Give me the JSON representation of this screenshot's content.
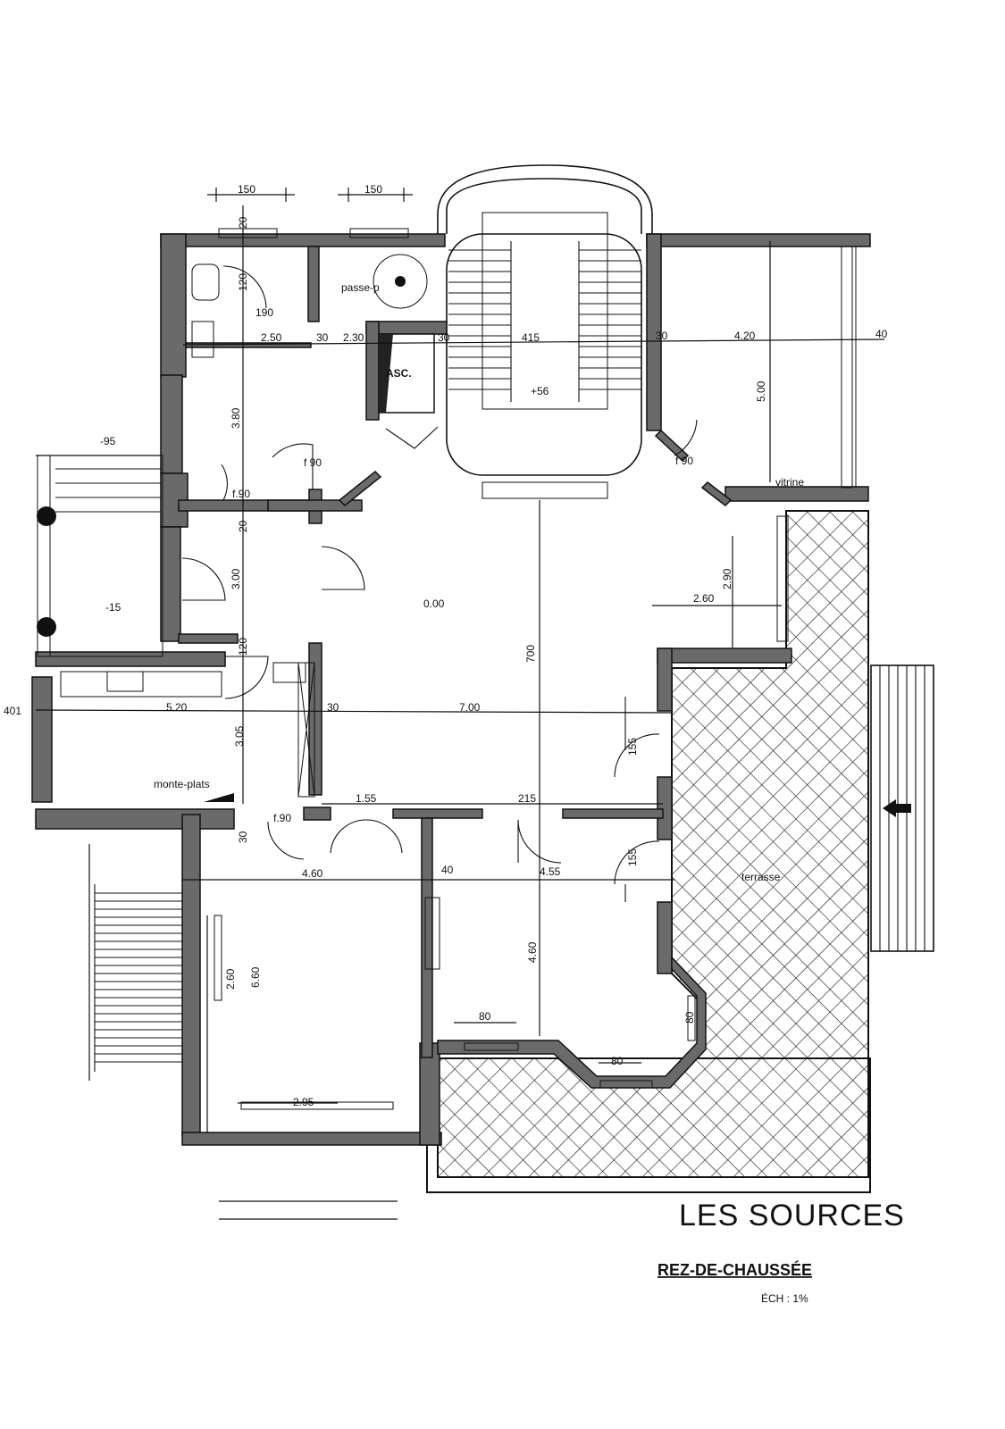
{
  "plan": {
    "title": "LES  SOURCES",
    "subtitle": "REZ-DE-CHAUSSÉE",
    "scale": "ÉCH : 1%"
  },
  "dims": {
    "top_150_a": "150",
    "top_150_b": "150",
    "v_20_top": "20",
    "v_120_top": "120",
    "h_190_wc": "190",
    "h_250": "2.50",
    "h_30_a": "30",
    "h_230": "2.30",
    "h_30_b": "30",
    "h_415": "415",
    "h_30_c": "30",
    "h_420": "4.20",
    "h_40_right": "40",
    "v_500": "5.00",
    "v_380": "3.80",
    "h_m95": "-95",
    "f90_a": "f 90",
    "f90_b": "f 90",
    "f90_c": "f.90",
    "v_20_mid": "20",
    "v_300": "3.00",
    "h_m15": "-15",
    "v_120_mid": "120",
    "v_290": "2.90",
    "h_260_right": "2.60",
    "elev_000": "0.00",
    "v_700": "700",
    "h_401": "401",
    "h_520": "5.20",
    "h_30_mid": "30",
    "h_700": "7.00",
    "v_305": "3.05",
    "v_155_a": "155",
    "h_155": "1.55",
    "h_215": "215",
    "f90_d": "f.90",
    "v_30_low": "30",
    "h_460": "4.60",
    "h_40_low": "40",
    "h_455": "4.55",
    "v_155_b": "155",
    "v_460": "4.60",
    "v_260_left": "2.60",
    "v_660": "6.60",
    "h_80_a": "80",
    "v_80": "80",
    "h_80_b": "80",
    "h_295": "2.95",
    "elev_56": "+56"
  },
  "labels": {
    "asc": "ASC.",
    "monte_plats": "monte-plats",
    "vitrine": "vitrine",
    "terrasse": "terrasse",
    "passe": "passe-p"
  }
}
